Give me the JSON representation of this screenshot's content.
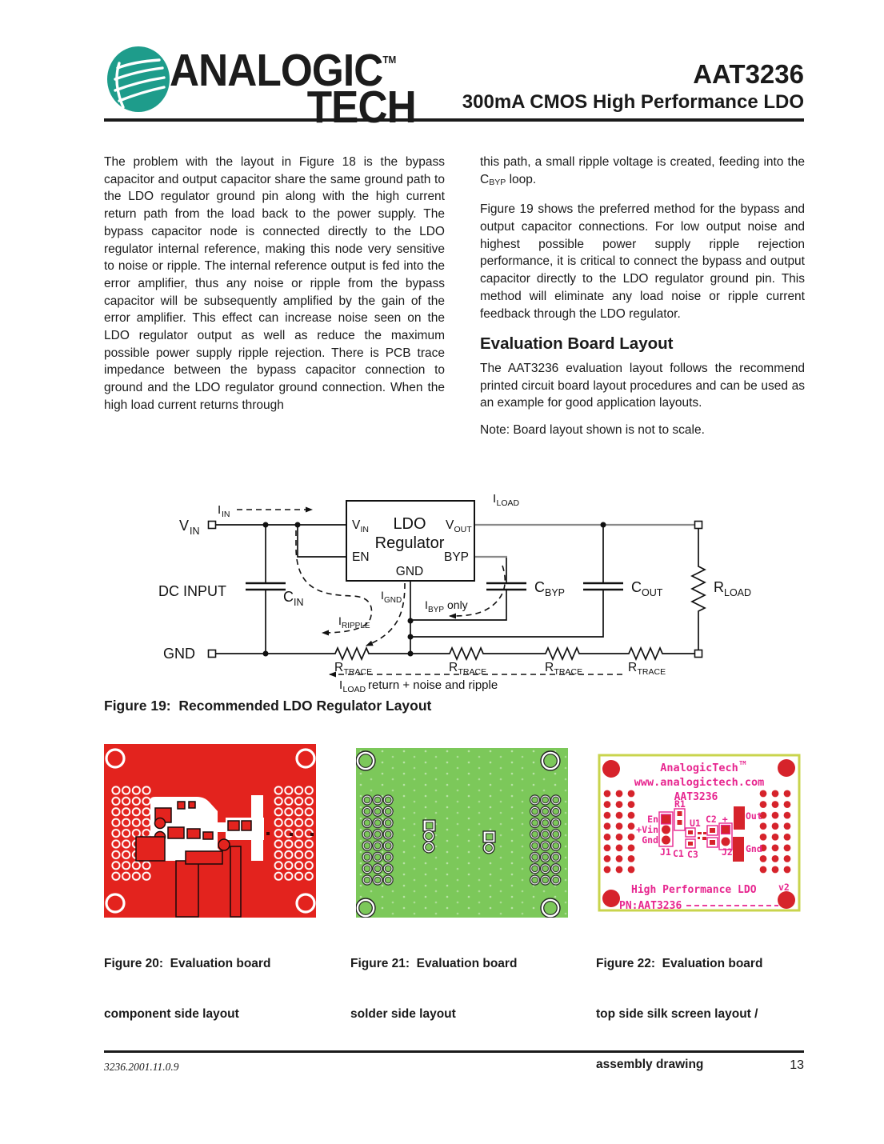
{
  "header": {
    "brand_top": "ANALOGIC",
    "brand_tm": "TM",
    "brand_bottom": "TECH",
    "part_number": "AAT3236",
    "subtitle": "300mA CMOS High Performance LDO",
    "accent_teal": "#1e9c8b"
  },
  "body": {
    "left_para": "The problem with the layout in Figure 18 is the bypass capacitor and output capacitor share the same ground path to the LDO regulator ground pin along with the high current return path from the load back to the power supply.  The bypass capacitor node is connected directly to the LDO regulator internal reference, making this node very sensitive to noise or ripple.  The internal reference output is fed into the error amplifier, thus any noise or ripple from the bypass capacitor will be subsequently amplified by the gain of the error amplifier.  This effect can increase noise seen on the LDO regulator output as well as reduce the maximum possible power supply ripple rejection.  There is PCB trace impedance between the bypass capacitor connec­tion to ground and the LDO regulator ground con­nection.  When the high load current returns through",
    "right_p1_a": "this path, a small ripple voltage is created, feeding into the C",
    "right_p1_sub": "BYP",
    "right_p1_b": " loop.",
    "right_p2": "Figure 19 shows the preferred method for the bypass and output capacitor connections.  For low output noise and highest possible power supply ripple rejection performance, it is critical to connect the bypass and output capacitor directly to the LDO regulator ground pin.  This method will eliminate any load noise or ripple current feedback through the LDO regulator.",
    "section_heading": "Evaluation Board Layout",
    "right_p3": "The AAT3236 evaluation layout follows the recom­mend printed circuit board layout procedures and can be used as an example for good application layouts.",
    "right_note": "Note: Board layout shown is not to scale."
  },
  "diagram": {
    "caption": "Figure 19:  Recommended LDO Regulator Layout",
    "vin_m": "V",
    "vin_s": "IN",
    "iin_m": "I",
    "iin_s": "IN",
    "dc_input": "DC INPUT",
    "cin_m": "C",
    "cin_s": "IN",
    "gnd": "GND",
    "box_line1": "LDO",
    "box_line2": "Regulator",
    "pin_vin_m": "V",
    "pin_vin_s": "IN",
    "pin_en": "EN",
    "pin_vout_m": "V",
    "pin_vout_s": "OUT",
    "pin_byp": "BYP",
    "pin_gnd": "GND",
    "iload_m": "I",
    "iload_s": "LOAD",
    "cbyp_m": "C",
    "cbyp_s": "BYP",
    "cout_m": "C",
    "cout_s": "OUT",
    "rload_m": "R",
    "rload_s": "LOAD",
    "ignd_m": "I",
    "ignd_s": "GND",
    "ibyp_m": "I",
    "ibyp_s": "BYP",
    "ibyp_only": "only",
    "iripple_m": "I",
    "iripple_s": "RIPPLE",
    "rtrace_m": "R",
    "rtrace_s": "TRACE",
    "return_m": "I",
    "return_s": "LOAD",
    "return_text": "return + noise and ripple"
  },
  "figures": {
    "fig20_caption_1": "Figure 20:  Evaluation board",
    "fig20_caption_2": "component side layout",
    "fig21_caption_1": "Figure 21:  Evaluation board",
    "fig21_caption_2": "solder side layout",
    "fig22_caption_1": "Figure 22:  Evaluation board",
    "fig22_caption_2": "top side silk screen layout /",
    "fig22_caption_3": "assembly drawing",
    "board_red_color": "#e3231e",
    "board_green_color": "#7cc85a",
    "silk_magenta": "#e7268f",
    "silk_red": "#d6232b",
    "silk_border": "#c9d44d"
  },
  "silk": {
    "brand": "AnalogicTech",
    "tm": "TM",
    "url": "www.analogictech.com",
    "part": "AAT3236",
    "r1": "R1",
    "en": "En",
    "vin": "+Vin",
    "gnd_left": "Gnd",
    "u1": "U1",
    "c2": "C2 +",
    "out": "Out",
    "gnd_right": "Gnd",
    "j1": "J1",
    "c1": "C1",
    "c3": "C3",
    "j2": "J2",
    "tagline": "High Performance LDO",
    "version": "v2",
    "pn": "PN:AAT3236"
  },
  "footer": {
    "doc_number": "3236.2001.11.0.9",
    "page_number": "13"
  }
}
